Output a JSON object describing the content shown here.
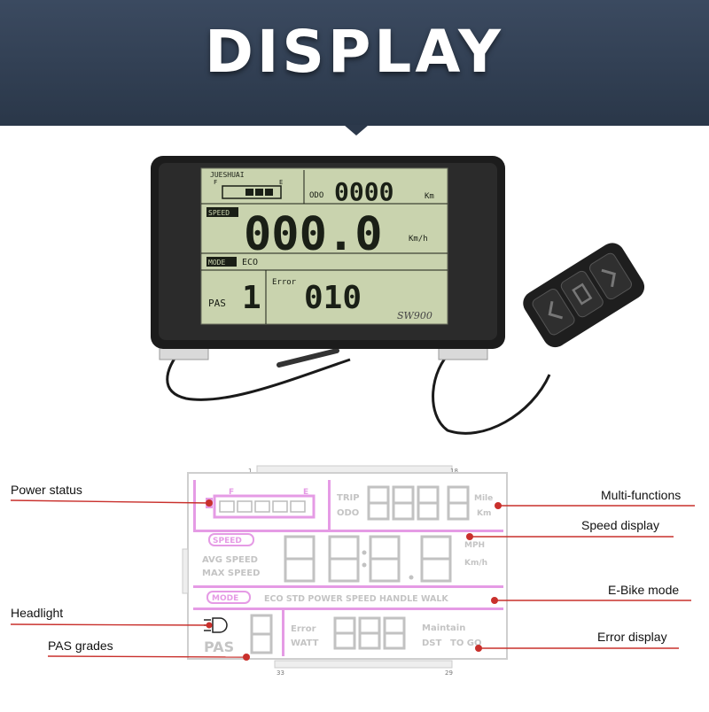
{
  "banner": {
    "title": "DISPLAY"
  },
  "device": {
    "brand": "JUESHUAI",
    "model": "SW900",
    "battery_full_label": "F",
    "battery_empty_label": "E",
    "odo_label": "ODO",
    "odo_value": "0000",
    "odo_unit": "Km",
    "speed_label": "SPEED",
    "speed_value": "000.0",
    "speed_unit": "Km/h",
    "mode_label": "MODE",
    "mode_value": "ECO",
    "pas_label": "PAS",
    "pas_value": "1",
    "error_label": "Error",
    "error_value": "010"
  },
  "lcd_diagram": {
    "pin_first": "1",
    "pin_18": "18",
    "pin_33": "33",
    "pin_29": "29",
    "battery_full_label": "F",
    "battery_empty_label": "E",
    "trip_label": "TRIP",
    "odo_label": "ODO",
    "mile_label": "Mile",
    "km_label": "Km",
    "speed_label": "SPEED",
    "avg_speed_label": "AVG SPEED",
    "max_speed_label": "MAX SPEED",
    "mph_label": "MPH",
    "kmh_label": "Km/h",
    "mode_label": "MODE",
    "modes_text": "ECO STD POWER SPEED HANDLE WALK",
    "pas_label": "PAS",
    "error_label": "Error",
    "watt_label": "WATT",
    "maintain_label": "Maintain",
    "dst_label": "DST",
    "togo_label": "TO GO"
  },
  "callouts": {
    "power_status": "Power status",
    "headlight": "Headlight",
    "pas_grades": "PAS grades",
    "multi_functions": "Multi-functions",
    "speed_display": "Speed display",
    "ebike_mode": "E-Bike mode",
    "error_display": "Error display"
  },
  "colors": {
    "banner": "#2f3c50",
    "lcd_green": "#c9d3ae",
    "diagram_pink": "#e59be5",
    "callout_red": "#c9302c"
  }
}
